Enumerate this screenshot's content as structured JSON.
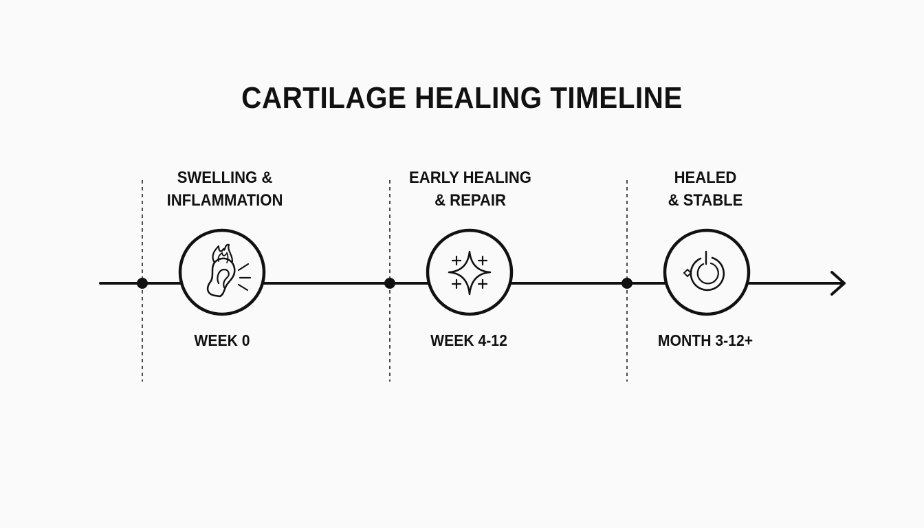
{
  "title": "CARTILAGE HEALING TIMELINE",
  "stages": [
    {
      "label_line1": "SWELLING &",
      "label_line2": "INFLAMMATION",
      "time": "WEEK 0",
      "icon": "inflamed-ear-icon"
    },
    {
      "label_line1": "EARLY HEALING",
      "label_line2": "& REPAIR",
      "time": "WEEK 4-12",
      "icon": "sparkle-icon"
    },
    {
      "label_line1": "HEALED",
      "label_line2": "& STABLE",
      "time": "MONTH 3-12+",
      "icon": "healed-ring-icon"
    }
  ],
  "colors": {
    "line": "#111111",
    "background": "#fafafa"
  }
}
